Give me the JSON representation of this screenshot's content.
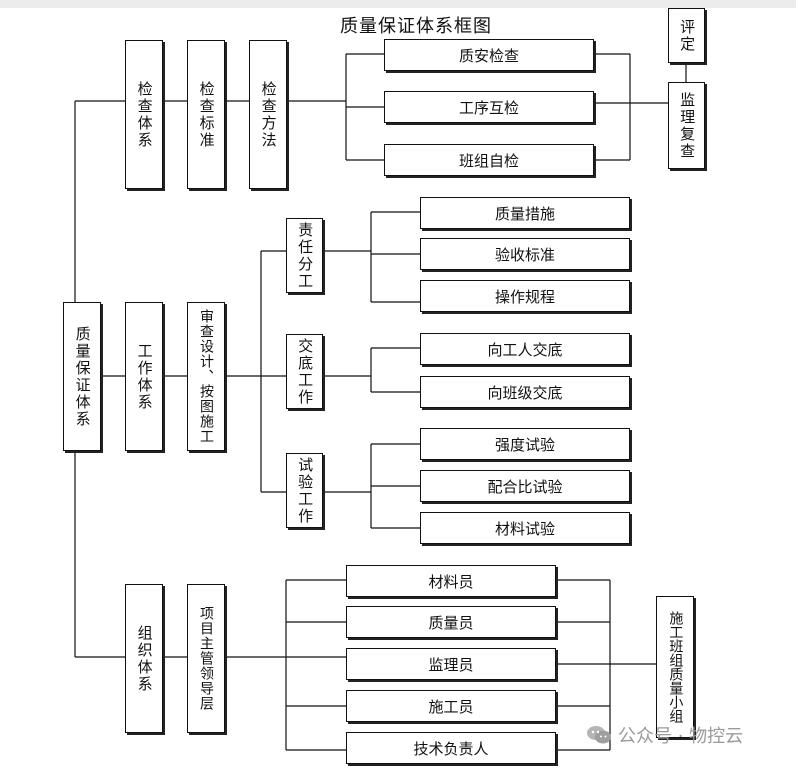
{
  "title": "质量保证体系框图",
  "root": "质量保证体系",
  "inspection": {
    "system": "检查体系",
    "standard": "检查标准",
    "method": "检查方法",
    "items": [
      "质安检查",
      "工序互检",
      "班组自检"
    ],
    "supervision_review": "监理复查",
    "evaluation": "评定"
  },
  "work": {
    "system": "工作体系",
    "review": "审查设计、按图施工",
    "groups": [
      {
        "name": "责任分工",
        "items": [
          "质量措施",
          "验收标准",
          "操作规程"
        ]
      },
      {
        "name": "交底工作",
        "items": [
          "向工人交底",
          "向班级交底"
        ]
      },
      {
        "name": "试验工作",
        "items": [
          "强度试验",
          "配合比试验",
          "材料试验"
        ]
      }
    ]
  },
  "organization": {
    "system": "组织体系",
    "leadership": "项目主管领导层",
    "members": [
      "材料员",
      "质量员",
      "监理员",
      "施工员",
      "技术负责人"
    ],
    "team": "施工班组质量小组"
  },
  "watermark": "公众号 · 物控云",
  "colors": {
    "line": "#111111",
    "watermark": "#9a9a9a"
  }
}
